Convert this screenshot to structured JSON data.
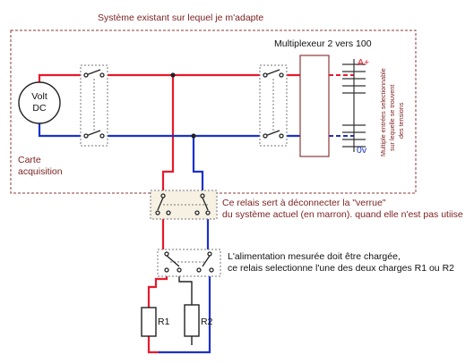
{
  "labels": {
    "system_title": "Système existant sur lequel je m'adapte",
    "mux_title": "Multiplexeur 2 vers 100",
    "voltmeter_line1": "Volt",
    "voltmeter_line2": "DC",
    "card_line1": "Carte",
    "card_line2": "acquisition",
    "a_plus": "A+",
    "zero_v": "0v",
    "mux_side_line1": "Multiple entrées selectionnable",
    "mux_side_line2": "sur lequelle se trouvent",
    "mux_side_line3": "des tensions",
    "relay1_note_line1": "Ce relais sert à déconnecter la \"verrue\"",
    "relay1_note_line2": "du système actuel (en marron). quand elle n'est pas utiise",
    "relay2_note_line1": "L'alimentation mesurée doit être chargée,",
    "relay2_note_line2": "ce relais selectionne l'une des deux charges R1 ou R2",
    "r1": "R1",
    "r2": "R2"
  },
  "colors": {
    "positive_wire": "#e8192c",
    "negative_wire": "#1b32c9",
    "system_boundary": "#8b3a3a",
    "text_maroon": "#7a1f1f",
    "component": "#222222"
  }
}
